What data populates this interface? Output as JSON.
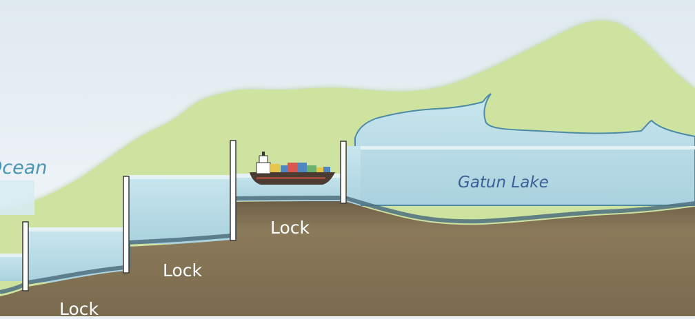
{
  "labels": {
    "ocean": "Ocean",
    "lake": "Gatun Lake",
    "lock_1": "Lock",
    "lock_2": "Lock",
    "lock_3": "Lock"
  },
  "colors": {
    "sky_top": "#dfe9f0",
    "sky_bottom": "#f7f9fb",
    "hill_green": "#cfe3a1",
    "hill_edge": "#a9c98a",
    "water": "#b7dbe5",
    "water_surface": "#e4f2f6",
    "water_edge": "#4d8aa6",
    "ground": "#8b7a5a",
    "ground_dark": "#5f5240",
    "gate": "#ffffff",
    "ship_hull": "#4a3b33",
    "ship_hull_stripe": "#9c4a3a"
  },
  "icons": {
    "ship": "container-ship-icon"
  }
}
